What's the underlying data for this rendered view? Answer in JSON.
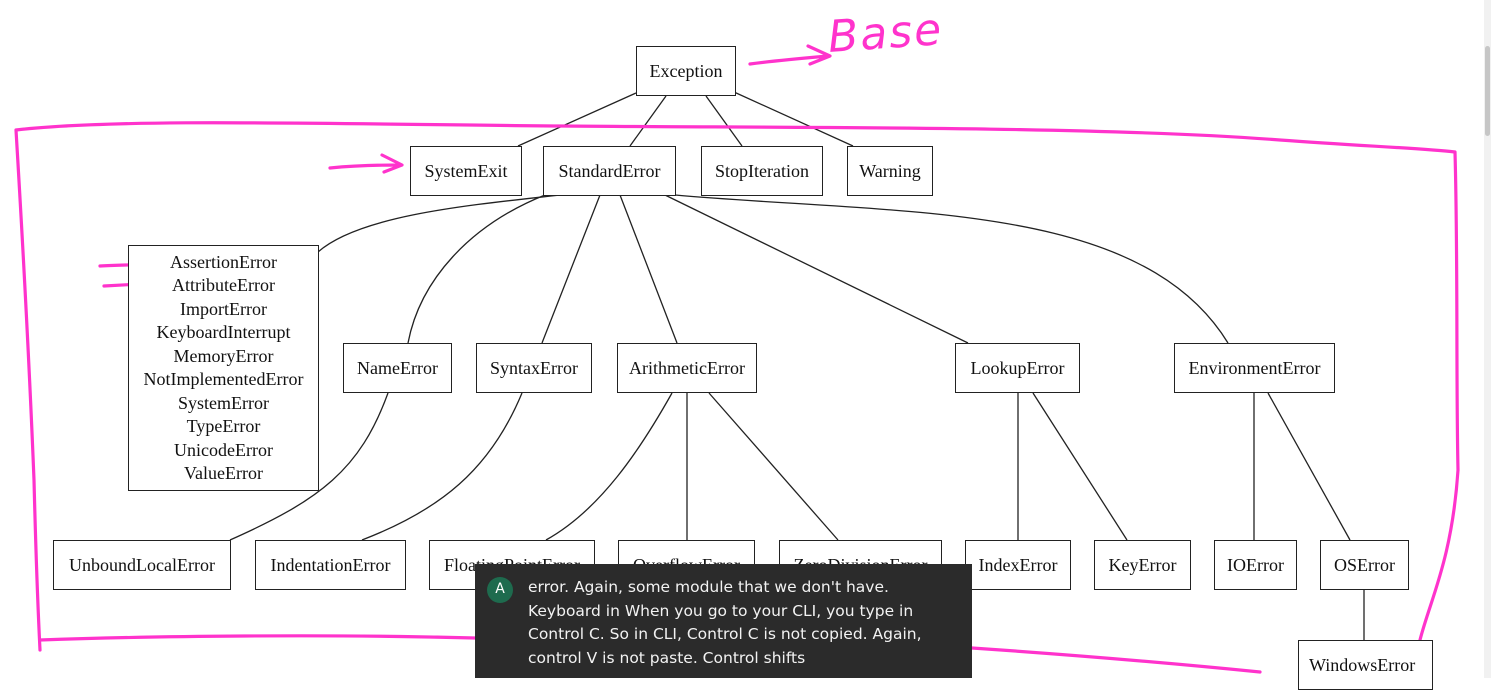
{
  "diagram": {
    "root": "Exception",
    "level1": [
      "SystemExit",
      "StandardError",
      "StopIteration",
      "Warning"
    ],
    "standard_error_list": [
      "AssertionError",
      "AttributeError",
      "ImportError",
      "KeyboardInterrupt",
      "MemoryError",
      "NotImplementedError",
      "SystemError",
      "TypeError",
      "UnicodeError",
      "ValueError"
    ],
    "level2": [
      "NameError",
      "SyntaxError",
      "ArithmeticError",
      "LookupError",
      "EnvironmentError"
    ],
    "level3": [
      "UnboundLocalError",
      "IndentationError",
      "FloatingPointError",
      "OverflowError",
      "ZeroDivisionError",
      "IndexError",
      "KeyError",
      "IOError",
      "OSError"
    ],
    "level4": [
      "WindowsError"
    ]
  },
  "annotations": {
    "base_note": "Base",
    "highlight_color": "#ff33cc"
  },
  "caption": {
    "badge": "A",
    "text": "error. Again, some module that we don't have. Keyboard in When you go to your CLI, you type in Control C. So in CLI, Control C is not copied. Again, control V is not paste. Control shifts"
  }
}
